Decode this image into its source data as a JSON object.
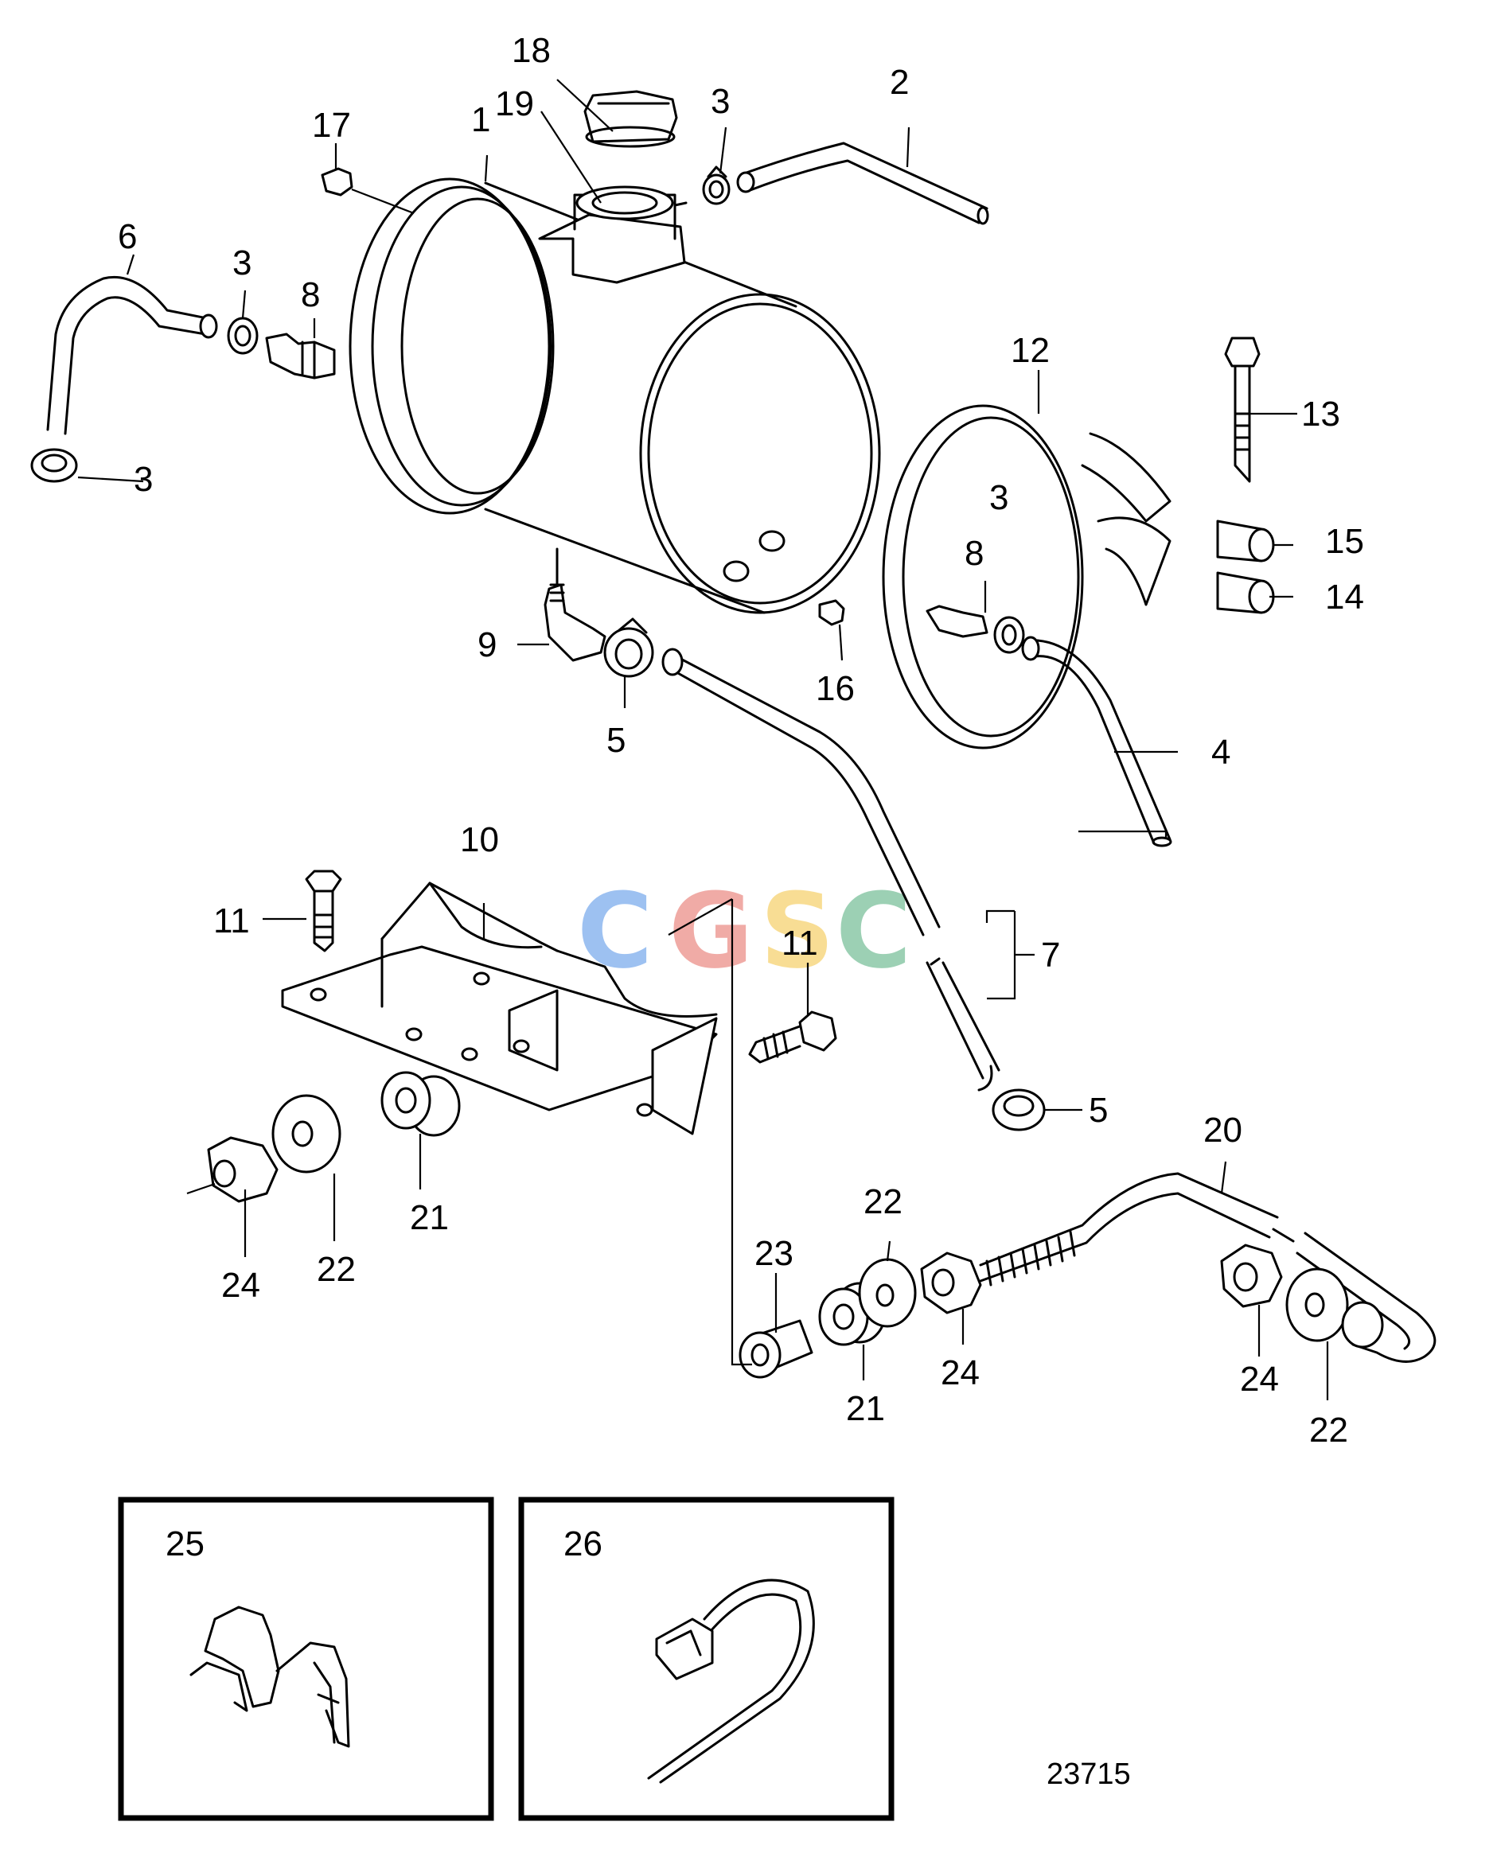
{
  "watermark": {
    "letters": [
      "C",
      "G",
      "S",
      "C"
    ],
    "colors": [
      "#4e8fe6",
      "#e5675f",
      "#f3c23e",
      "#4dab77"
    ]
  },
  "callouts": {
    "c1": "1",
    "c2": "2",
    "c3a": "3",
    "c3b": "3",
    "c3c": "3",
    "c3d": "3",
    "c4": "4",
    "c5a": "5",
    "c5b": "5",
    "c6": "6",
    "c7": "7",
    "c8a": "8",
    "c8b": "8",
    "c9": "9",
    "c10": "10",
    "c11a": "11",
    "c11b": "11",
    "c12": "12",
    "c13": "13",
    "c14": "14",
    "c15": "15",
    "c16": "16",
    "c17": "17",
    "c18": "18",
    "c19": "19",
    "c20": "20",
    "c21a": "21",
    "c21b": "21",
    "c22a": "22",
    "c22b": "22",
    "c22c": "22",
    "c23": "23",
    "c24a": "24",
    "c24b": "24",
    "c24c": "24",
    "c25": "25",
    "c26": "26"
  },
  "reference_number": "23715",
  "colors": {
    "line": "#000000",
    "background": "#ffffff"
  }
}
